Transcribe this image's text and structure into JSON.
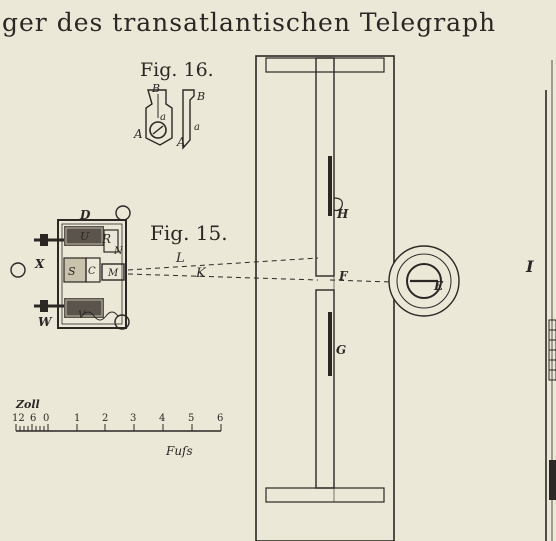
{
  "header": {
    "title": "ger des transatlantischen Telegraph"
  },
  "fig16": {
    "caption": "Fig. 16.",
    "labels": {
      "B1": "B",
      "B2": "B",
      "a1": "a",
      "a2": "a",
      "A1": "A",
      "A2": "A"
    }
  },
  "fig15": {
    "caption": "Fig. 15.",
    "labels": {
      "D": "D",
      "U": "U",
      "R": "R",
      "N": "N",
      "X": "X",
      "S": "S",
      "C": "C",
      "M": "M",
      "W": "W",
      "V": "V",
      "L": "L",
      "K": "K"
    }
  },
  "main": {
    "labels": {
      "H": "H",
      "F": "F",
      "E": "E",
      "G": "G",
      "I": "I"
    }
  },
  "scale": {
    "unit_top": "Zoll",
    "ticks_top": [
      "12",
      "6",
      "0"
    ],
    "ticks_main": [
      "1",
      "2",
      "3",
      "4",
      "5",
      "6"
    ],
    "unit_bottom": "Fuſs"
  }
}
